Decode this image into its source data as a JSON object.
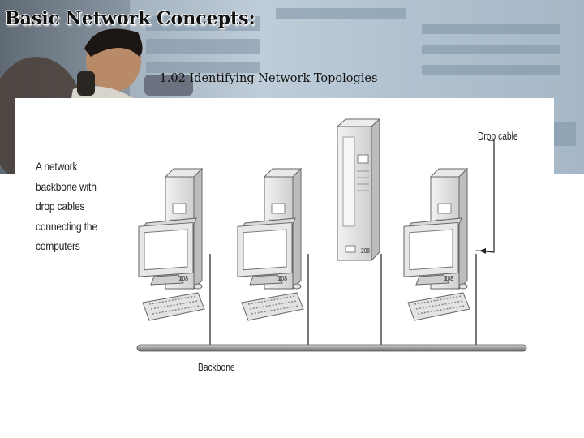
{
  "slide": {
    "title": "Basic Network Concepts:",
    "subtitle": "1.02 Identifying Network Topologies"
  },
  "diagram": {
    "caption_lines": [
      "A network",
      "backbone with",
      "drop cables",
      "connecting the",
      "computers"
    ],
    "drop_cable_label": "Drop cable",
    "backbone_label": "Backbone",
    "workstations": [
      {
        "number": "208"
      },
      {
        "number": "208"
      },
      {
        "number": "208"
      }
    ],
    "server": {
      "number": "208"
    }
  }
}
